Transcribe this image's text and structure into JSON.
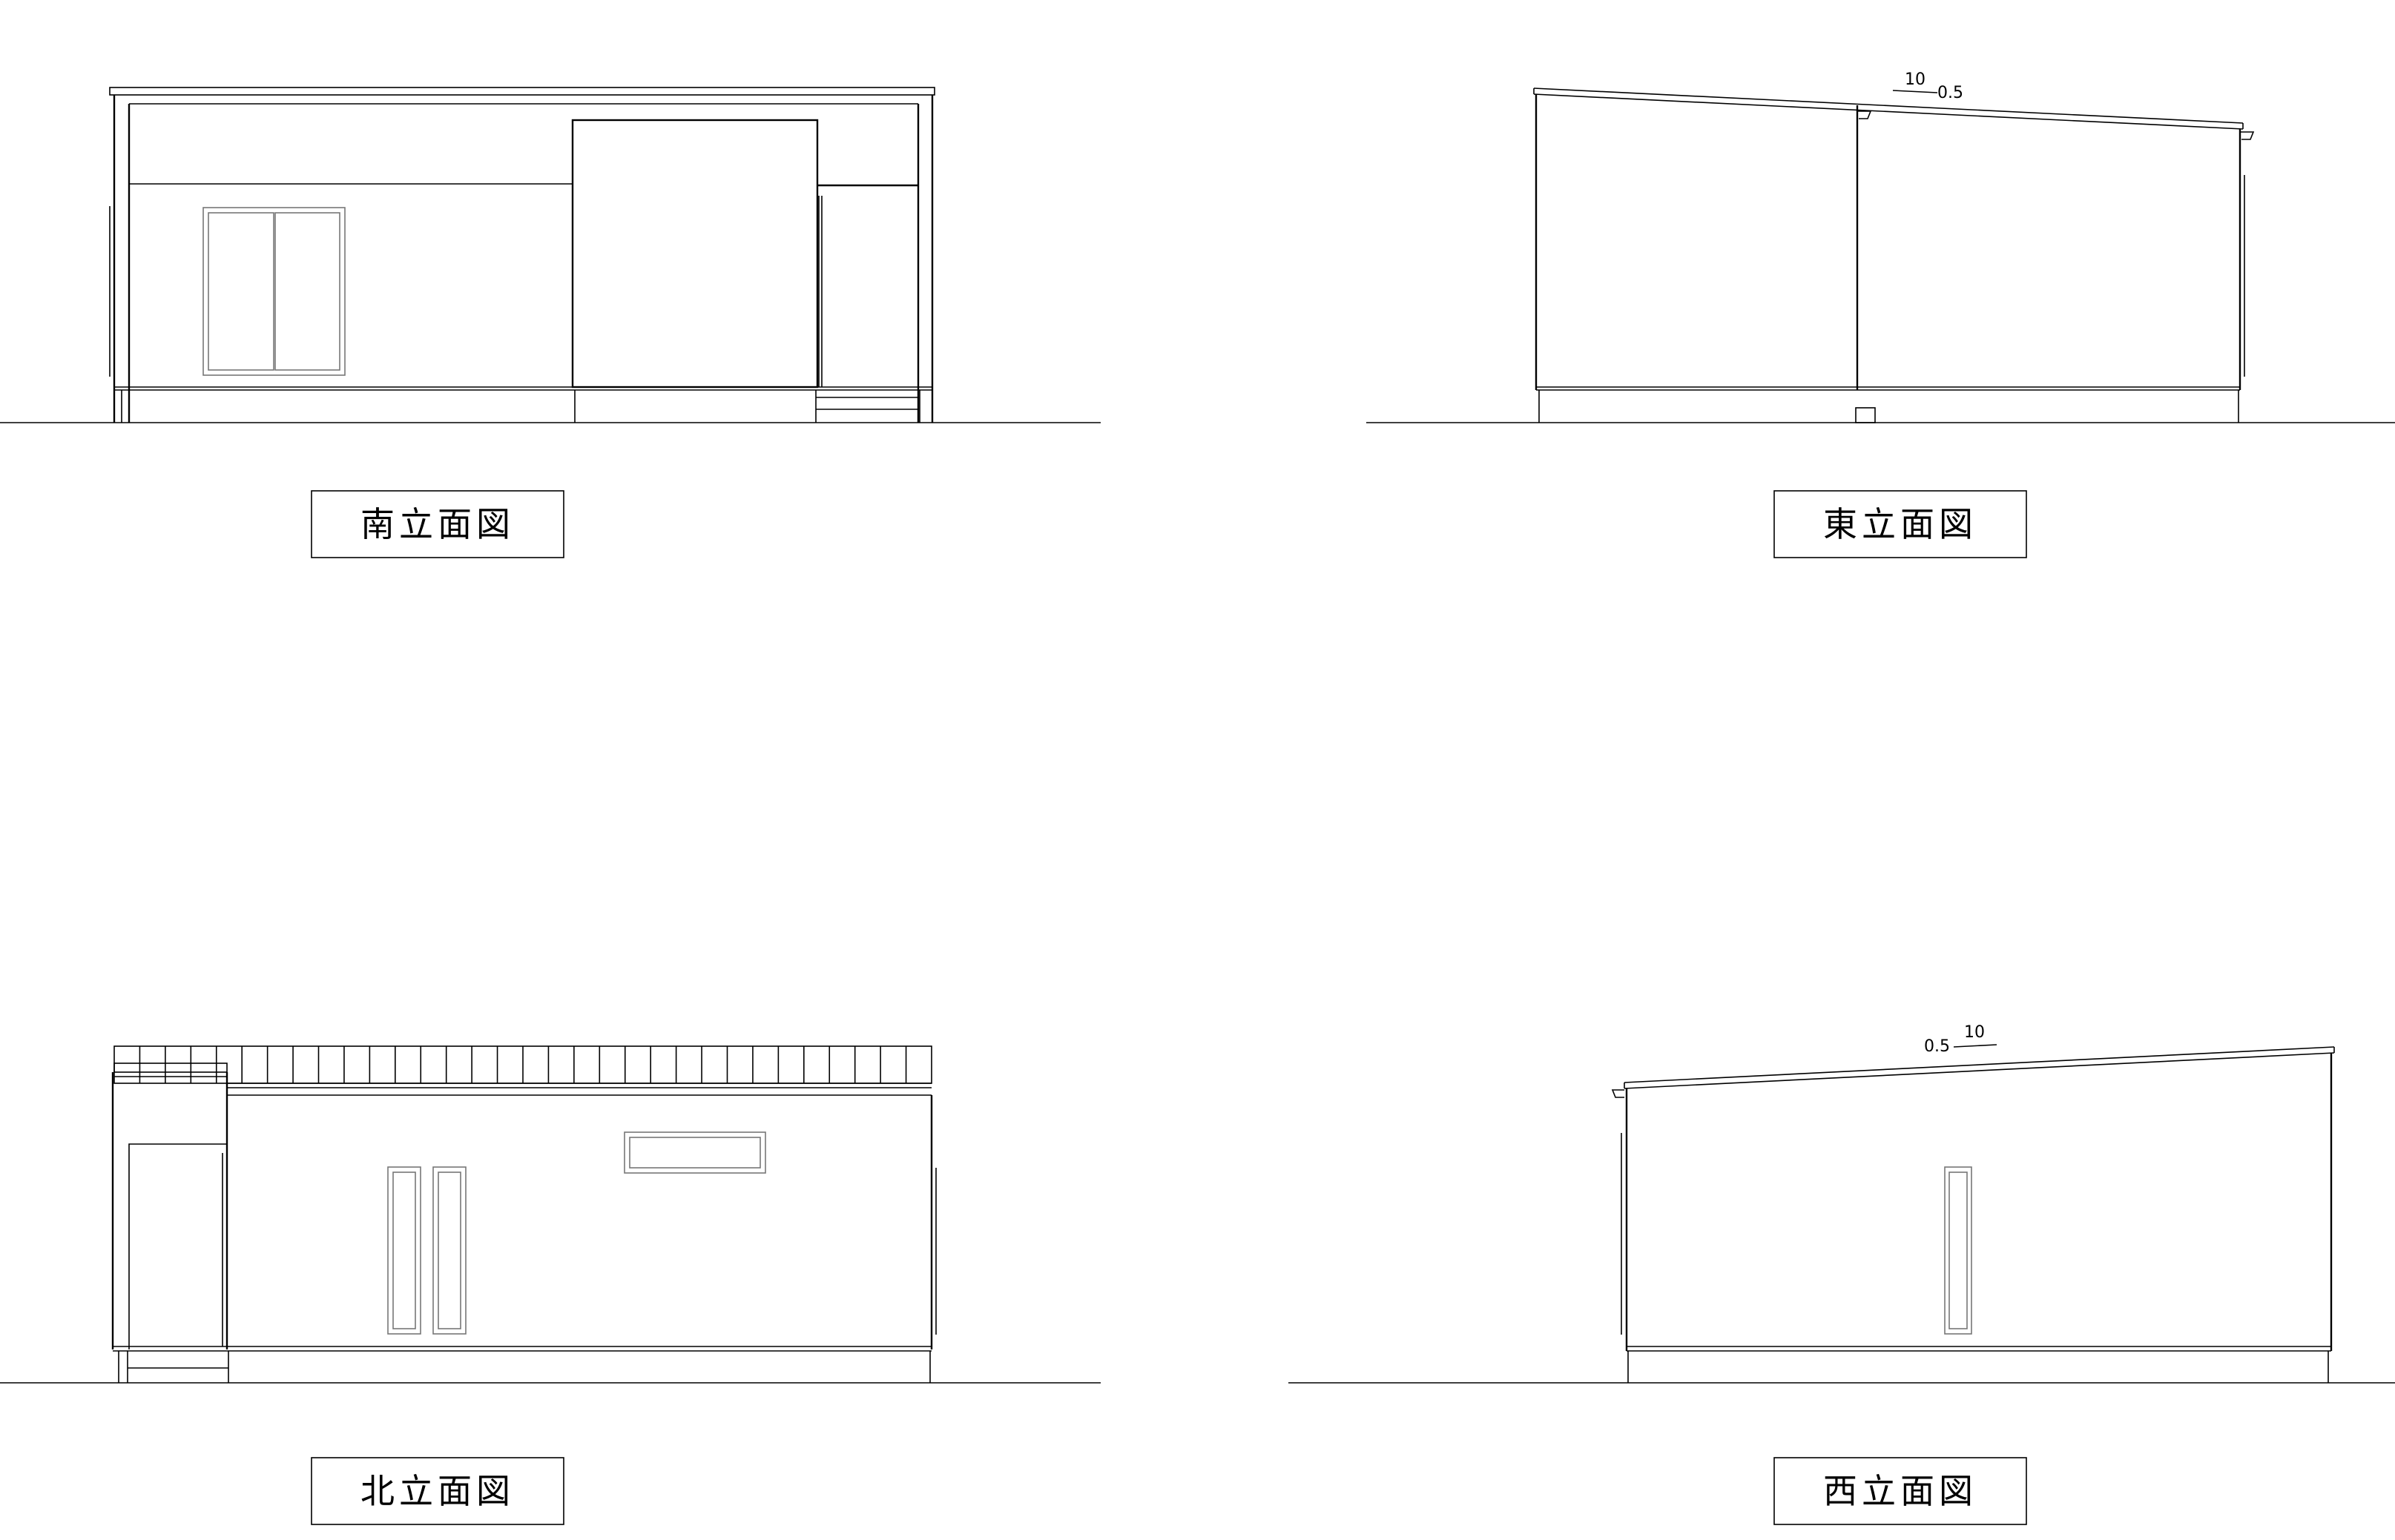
{
  "elevations": {
    "south": {
      "title": "南立面図"
    },
    "east": {
      "title": "東立面図",
      "slope_run": "10",
      "slope_rise": "0.5"
    },
    "north": {
      "title": "北立面図"
    },
    "west": {
      "title": "西立面図",
      "slope_run": "10",
      "slope_rise": "0.5"
    }
  },
  "colors": {
    "line": "#000000",
    "frame": "#777777",
    "background": "#ffffff"
  }
}
